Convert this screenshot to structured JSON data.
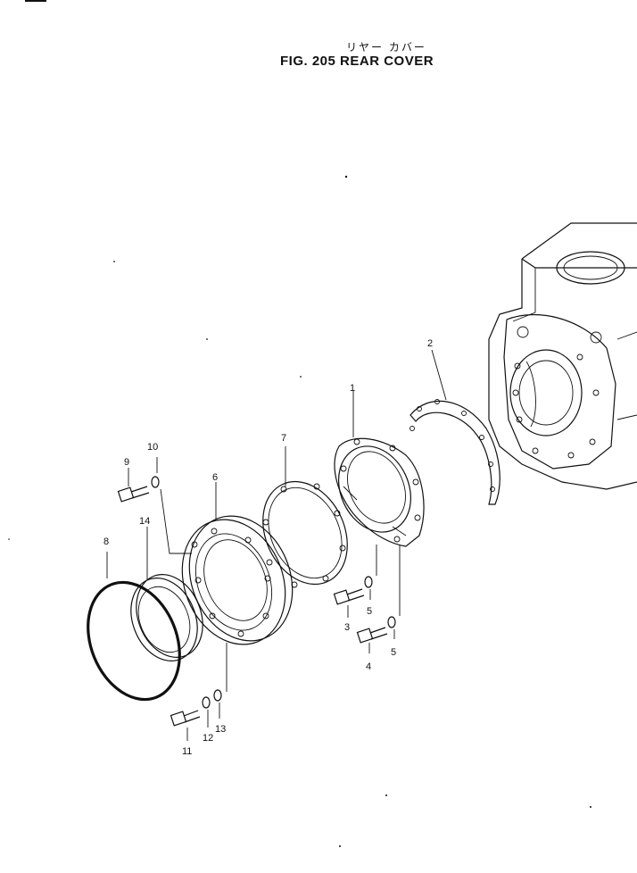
{
  "figure": {
    "title_jp": "リヤー カバー",
    "title": "FIG. 205  REAR  COVER"
  },
  "callouts": {
    "c1": "1",
    "c2": "2",
    "c3": "3",
    "c4": "4",
    "c5a": "5",
    "c5b": "5",
    "c6": "6",
    "c7": "7",
    "c8": "8",
    "c9": "9",
    "c10": "10",
    "c11": "11",
    "c12": "12",
    "c13": "13",
    "c14": "14"
  }
}
